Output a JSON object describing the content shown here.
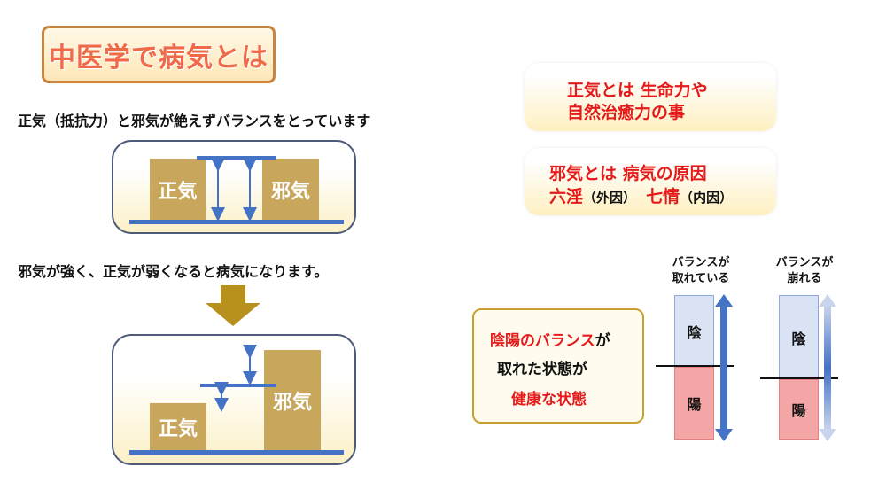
{
  "title": "中医学で病気とは",
  "statement1": "正気（抵抗力）と邪気が絶えずバランスをとっています",
  "statement2": "邪気が強く、正気が弱くなると病気になります。",
  "diagram1": {
    "left_block": "正気",
    "right_block": "邪気"
  },
  "diagram2": {
    "left_block": "正気",
    "right_block": "邪気"
  },
  "info1": {
    "line1": "正気とは 生命力や",
    "line2": "自然治癒力の事"
  },
  "info2": {
    "line1": "邪気とは 病気の原因",
    "cause1": "六淫",
    "cause1_note": "（外因）",
    "cause2": "七情",
    "cause2_note": "（内因）"
  },
  "yinyang_box": {
    "line1_red": "陰陽のバランス",
    "line1_black": "が",
    "line2": "取れた状態が",
    "line3": "健康な状態"
  },
  "balanced": {
    "label_line1": "バランスが",
    "label_line2": "取れている",
    "yin": "陰",
    "yang": "陽"
  },
  "unbalanced": {
    "label_line1": "バランスが",
    "label_line2": "崩れる",
    "yin": "陰",
    "yang": "陽"
  },
  "colors": {
    "accent_red": "#e51b1b",
    "title": "#f06a4a",
    "block": "#c8a75c",
    "bar": "#4472c4",
    "arrow": "#b8901e"
  }
}
